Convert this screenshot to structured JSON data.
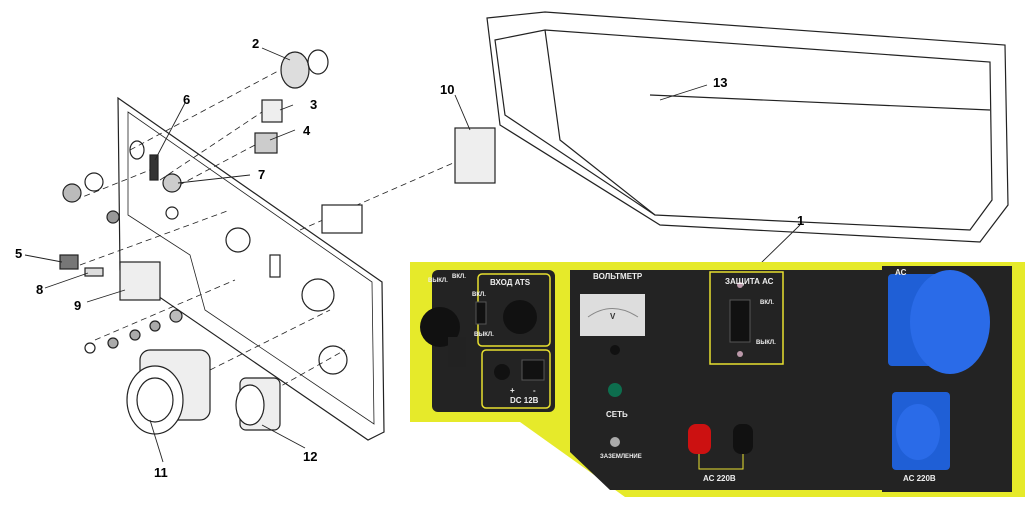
{
  "callouts": {
    "c1": "1",
    "c2": "2",
    "c3": "3",
    "c4": "4",
    "c5": "5",
    "c6": "6",
    "c7": "7",
    "c8": "8",
    "c9": "9",
    "c10": "10",
    "c11": "11",
    "c12": "12",
    "c13": "13"
  },
  "panel": {
    "key_off": "ВЫКЛ.",
    "key_on": "ВКЛ.",
    "ats_title": "ВХОД ATS",
    "ats_on": "ВКЛ.",
    "ats_off": "ВЫКЛ.",
    "dc_plus": "+",
    "dc_minus": "-",
    "dc_label": "DC  12В",
    "voltmeter_label": "ВОЛЬТМЕТР",
    "voltmeter_unit": "V",
    "network_label": "СЕТЬ",
    "ground_label": "ЗАЗЕМЛЕНИЕ",
    "protection_title": "ЗАЩИТА АС",
    "protection_on": "ВКЛ.",
    "protection_off": "ВЫКЛ.",
    "terminals_label": "АС 220В",
    "socket_top_label": "АС",
    "socket_bottom_label": "АС 220В"
  },
  "colors": {
    "panel_yellow": "#e6ea2a",
    "panel_black": "#232323",
    "socket_blue": "#1f5fd6",
    "frame_yellow": "#e8e030"
  }
}
